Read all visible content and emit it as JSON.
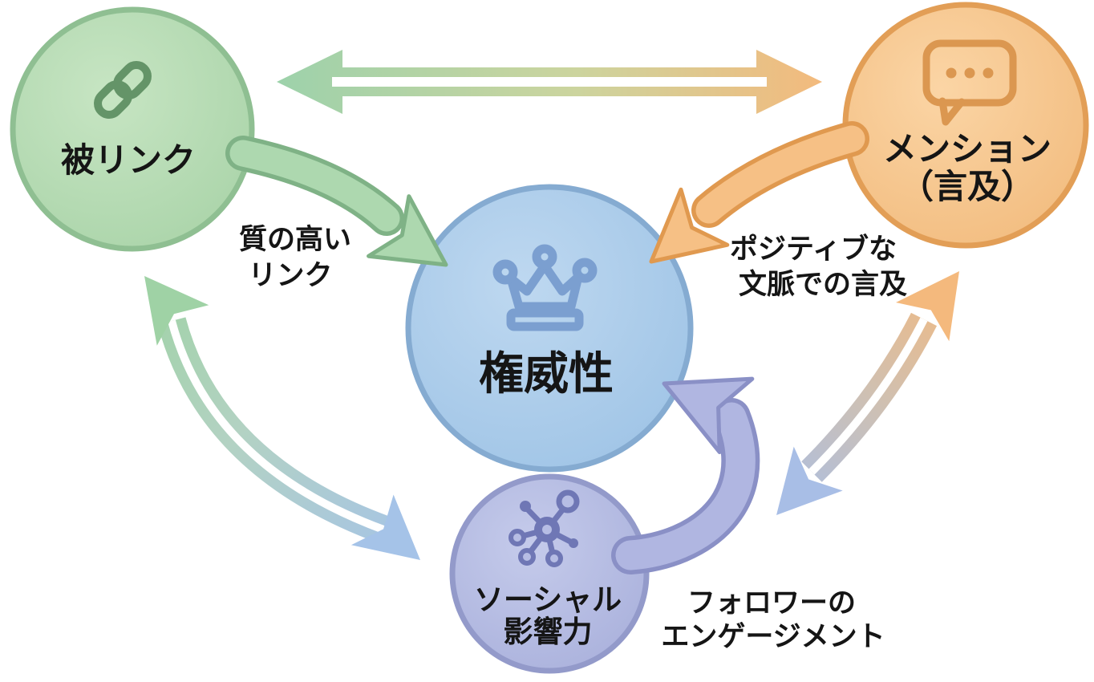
{
  "diagram": {
    "background": "#ffffff",
    "nodes": {
      "backlinks": {
        "label": "被リンク",
        "icon": "link-icon",
        "fill": "#b7dcb4",
        "border": "#8fbf92",
        "icon_color": "#649468"
      },
      "mentions": {
        "label_line1": "メンション",
        "label_line2": "（言及）",
        "icon": "chat-bubble-icon",
        "fill": "#f6c58d",
        "border": "#e29e56",
        "icon_color": "#db9750"
      },
      "authority": {
        "label": "権威性",
        "icon": "crown-icon",
        "fill": "#aecfec",
        "border": "#85abd1",
        "icon_color": "#7b9fd0"
      },
      "social_influence": {
        "label_line1": "ソーシャル",
        "label_line2": "影響力",
        "icon": "network-icon",
        "fill": "#b6bde4",
        "border": "#939aca",
        "icon_color": "#6f77b5"
      }
    },
    "edge_labels": {
      "quality_links": {
        "line1": "質の高い",
        "line2": "リンク"
      },
      "positive_mentions": {
        "line1": "ポジティブな",
        "line2": "文脈での言及"
      },
      "follower_engagement": {
        "line1": "フォロワーの",
        "line2": "エンゲージメント"
      }
    },
    "arrows": [
      {
        "name": "backlinks-mentions-arrow",
        "style": "double-headed-outline",
        "gradient": [
          "#9dd2ab",
          "#f3ba7d"
        ],
        "between": [
          "backlinks",
          "mentions"
        ]
      },
      {
        "name": "backlinks-social-arrow",
        "style": "double-headed-outline",
        "gradient": [
          "#9fd2a5",
          "#a5c3e8"
        ],
        "between": [
          "backlinks",
          "social_influence"
        ]
      },
      {
        "name": "mentions-social-arrow",
        "style": "double-headed-outline",
        "gradient": [
          "#f4b97d",
          "#a8bee6"
        ],
        "between": [
          "mentions",
          "social_influence"
        ]
      },
      {
        "name": "quality-links-arrow",
        "style": "solid",
        "color": "#add8af",
        "from": "backlinks",
        "to": "authority"
      },
      {
        "name": "positive-mentions-arrow",
        "style": "solid",
        "color": "#f6c085",
        "from": "mentions",
        "to": "authority"
      },
      {
        "name": "follower-engagement-arrow",
        "style": "solid",
        "color": "#b0b6e1",
        "from": "social_influence",
        "to": "authority"
      }
    ],
    "text_color": "#151515"
  }
}
